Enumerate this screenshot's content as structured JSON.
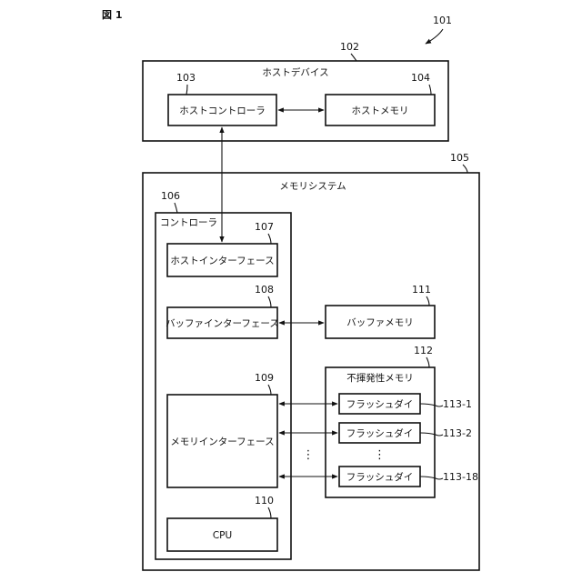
{
  "figure_label": "図 1",
  "system_ref": "101",
  "host_device": {
    "ref": "102",
    "title": "ホストデバイス",
    "host_controller": {
      "ref": "103",
      "label": "ホストコントローラ"
    },
    "host_memory": {
      "ref": "104",
      "label": "ホストメモリ"
    }
  },
  "memory_system": {
    "ref": "105",
    "title": "メモリシステム",
    "controller": {
      "ref": "106",
      "title": "コントローラ",
      "host_interface": {
        "ref": "107",
        "label": "ホストインターフェース"
      },
      "buffer_interface": {
        "ref": "108",
        "label": "バッファインターフェース"
      },
      "memory_interface": {
        "ref": "109",
        "label": "メモリインターフェース"
      },
      "cpu": {
        "ref": "110",
        "label": "CPU"
      }
    },
    "buffer_memory": {
      "ref": "111",
      "label": "バッファメモリ"
    },
    "nonvolatile_memory": {
      "ref": "112",
      "title": "不揮発性メモリ",
      "dies": [
        {
          "ref": "113-1",
          "label": "フラッシュダイ"
        },
        {
          "ref": "113-2",
          "label": "フラッシュダイ"
        },
        {
          "ref": "113-18",
          "label": "フラッシュダイ"
        }
      ],
      "ellipsis": "⋮"
    },
    "interface_ellipsis": "⋮"
  }
}
